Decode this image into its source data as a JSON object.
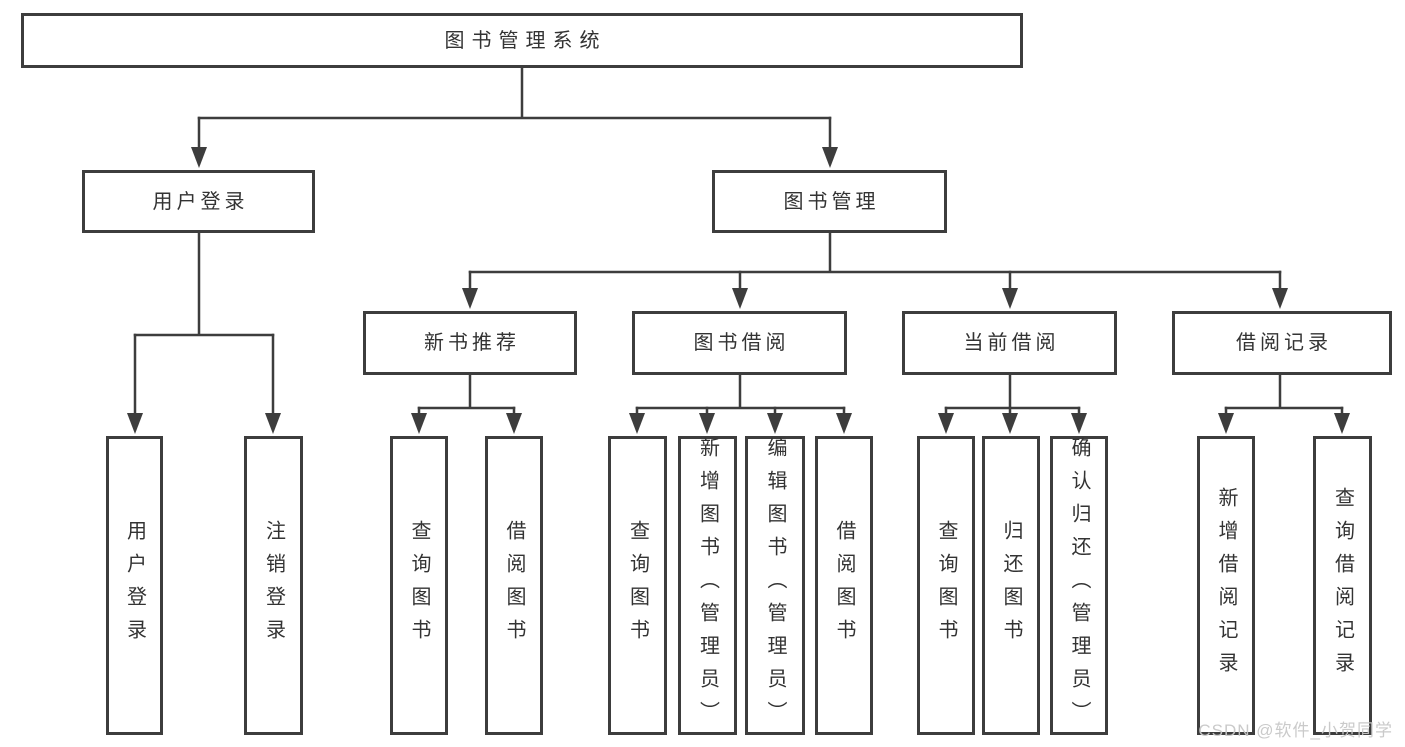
{
  "diagram": {
    "root": {
      "label": "图书管理系统",
      "children": [
        {
          "label": "用户登录",
          "children": [
            {
              "label": "用户登录"
            },
            {
              "label": "注销登录"
            }
          ]
        },
        {
          "label": "图书管理",
          "children": [
            {
              "label": "新书推荐",
              "children": [
                {
                  "label": "查询图书"
                },
                {
                  "label": "借阅图书"
                }
              ]
            },
            {
              "label": "图书借阅",
              "children": [
                {
                  "label": "查询图书"
                },
                {
                  "label": "新增图书（管理员）"
                },
                {
                  "label": "编辑图书（管理员）"
                },
                {
                  "label": "借阅图书"
                }
              ]
            },
            {
              "label": "当前借阅",
              "children": [
                {
                  "label": "查询图书"
                },
                {
                  "label": "归还图书"
                },
                {
                  "label": "确认归还（管理员）"
                }
              ]
            },
            {
              "label": "借阅记录",
              "children": [
                {
                  "label": "新增借阅记录"
                },
                {
                  "label": "查询借阅记录"
                }
              ]
            }
          ]
        }
      ]
    }
  },
  "watermark": {
    "text": "CSDN @软件_小贺同学"
  },
  "colors": {
    "line": "#3d3d3d",
    "text": "#333333",
    "watermark": "#c8c8c8",
    "background": "#ffffff"
  }
}
